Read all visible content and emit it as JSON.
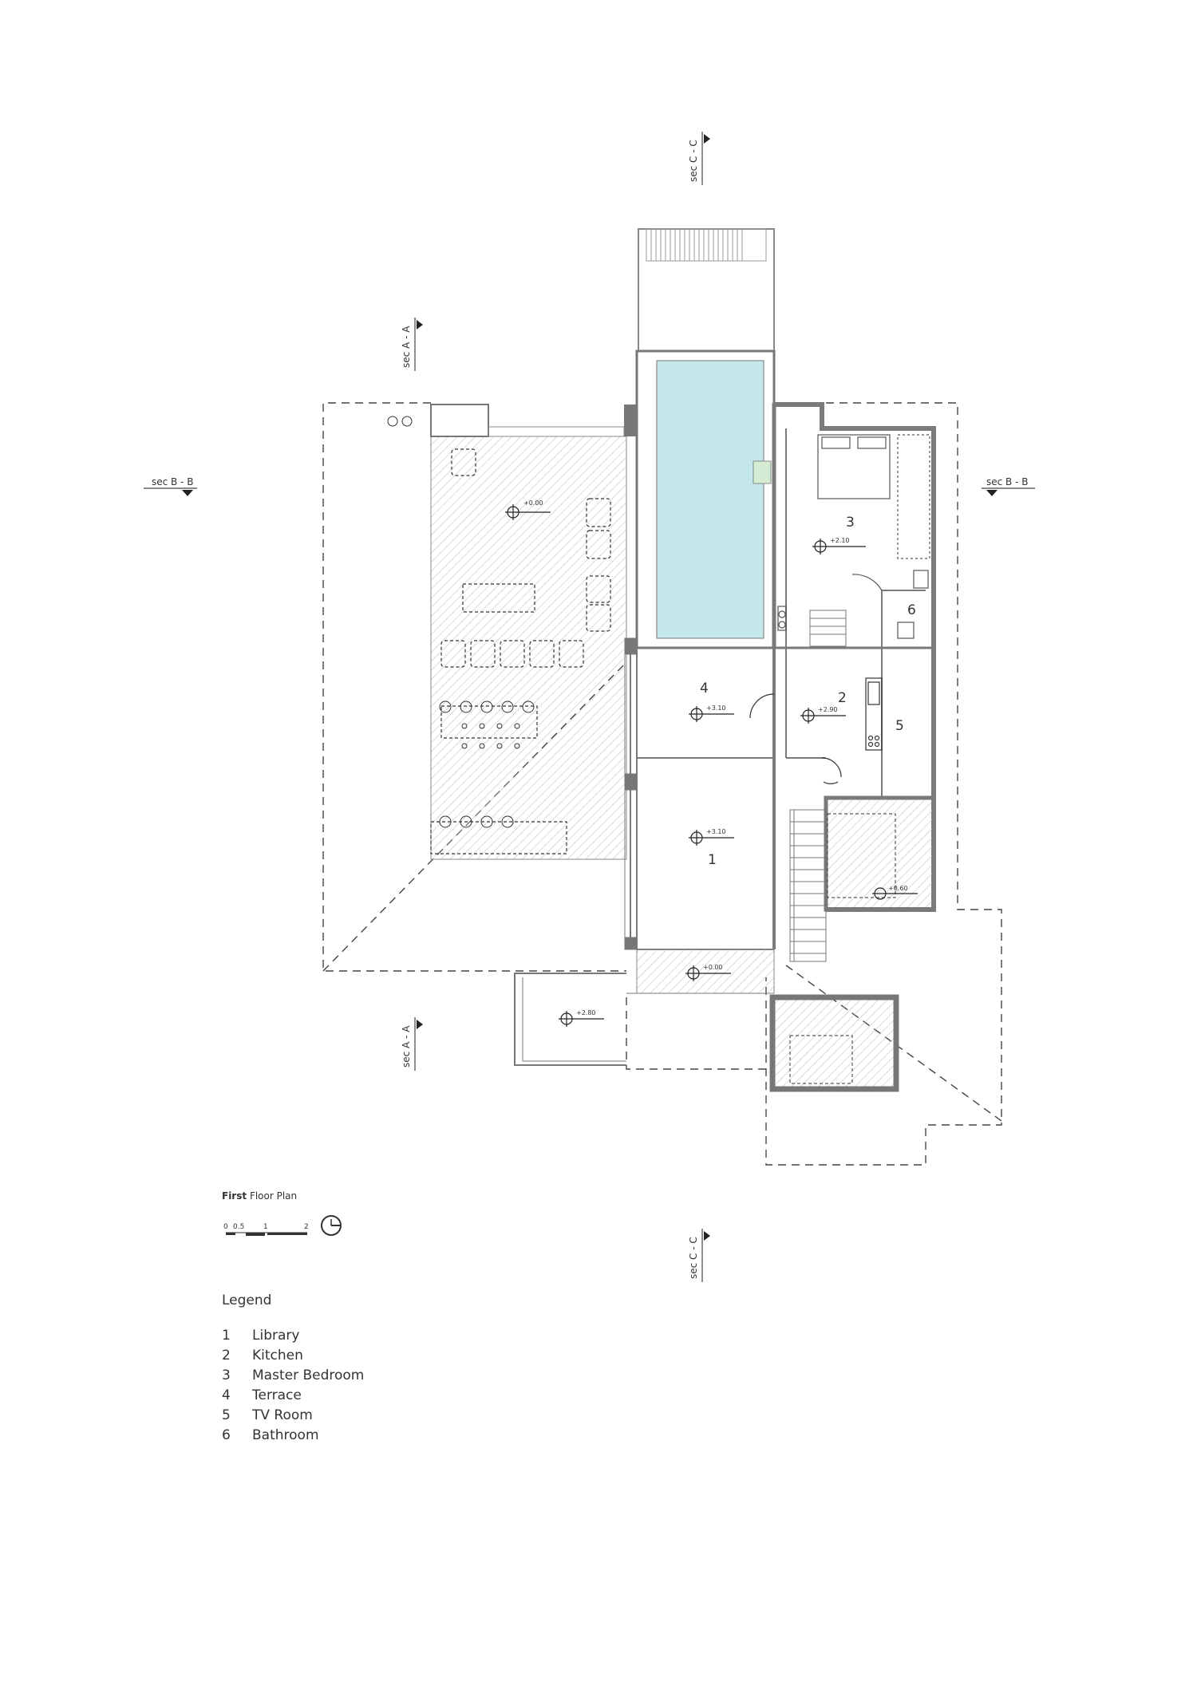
{
  "plan_title": {
    "bold": "First",
    "rest": "Floor Plan"
  },
  "scale_bar": {
    "ticks": [
      "0",
      "0.5",
      "1",
      "2"
    ]
  },
  "sections": {
    "c_top": "sec C - C",
    "a_top": "sec A - A",
    "b_left": "sec B - B",
    "b_right": "sec B - B",
    "a_bottom": "sec A - A",
    "c_bottom": "sec C - C"
  },
  "room_numbers": {
    "library": "1",
    "kitchen": "2",
    "master_bedroom": "3",
    "terrace": "4",
    "tv_room": "5",
    "bathroom": "6"
  },
  "elevations": {
    "deck": "+0.00",
    "bedroom": "+2.10",
    "terrace": "+3.10",
    "kitchen": "+2.90",
    "library": "+3.10",
    "stair_room": "+0.60",
    "entry": "+0.00",
    "balcony": "+2.80"
  },
  "legend": {
    "title": "Legend",
    "items": [
      {
        "num": "1",
        "label": "Library"
      },
      {
        "num": "2",
        "label": "Kitchen"
      },
      {
        "num": "3",
        "label": "Master Bedroom"
      },
      {
        "num": "4",
        "label": "Terrace"
      },
      {
        "num": "5",
        "label": "TV Room"
      },
      {
        "num": "6",
        "label": "Bathroom"
      }
    ]
  },
  "colors": {
    "pool": "#c4e7ea",
    "wall": "#7a7a7a",
    "line": "#555555",
    "hatch": "#bdbdbd"
  }
}
